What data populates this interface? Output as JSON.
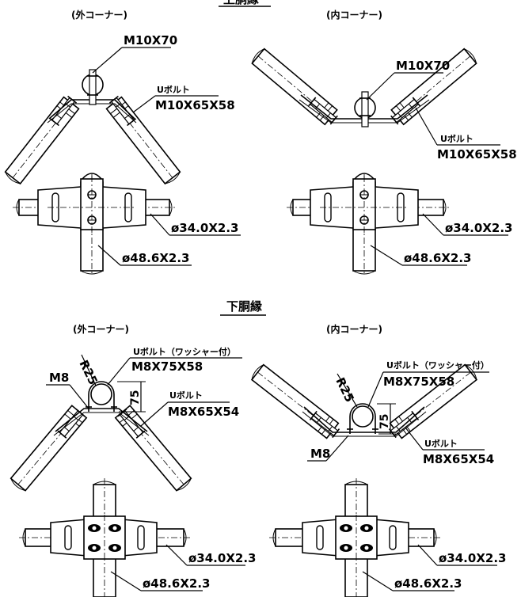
{
  "sections": {
    "upper": {
      "title_partial": "上胴縁"
    },
    "lower": {
      "title": "下胴縁"
    }
  },
  "corners": {
    "outer": "(外コーナー)",
    "inner": "(内コーナー)"
  },
  "labels": {
    "bolt_upper": "M10X70",
    "ubolt": "Uボルト",
    "ubolt_washer": "Uボルト（ワッシャー付）",
    "ubolt_upper_size": "M10X65X58",
    "pipe_small": "ø34.0X2.3",
    "pipe_large": "ø48.6X2.3",
    "radius": "R25",
    "bolt_lower": "M8",
    "ubolt_lower_w_size": "M8X75X58",
    "ubolt_lower_size": "M8X65X54",
    "dim_75": "75"
  }
}
